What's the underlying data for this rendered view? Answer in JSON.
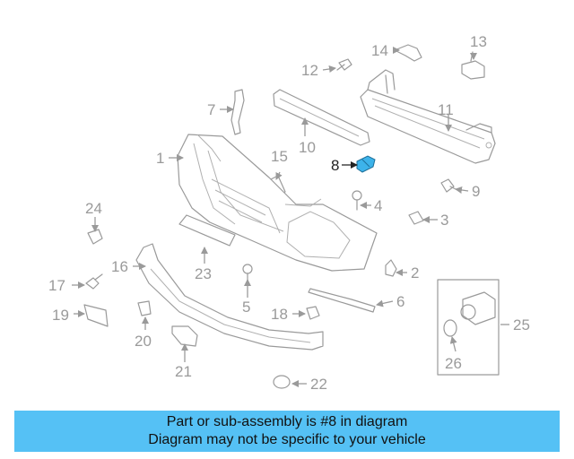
{
  "diagram": {
    "highlight_color": "#3db3ea",
    "labels": [
      "1",
      "2",
      "3",
      "4",
      "5",
      "6",
      "7",
      "8",
      "9",
      "10",
      "11",
      "12",
      "13",
      "14",
      "15",
      "16",
      "17",
      "18",
      "19",
      "20",
      "21",
      "22",
      "23",
      "24",
      "25",
      "26"
    ],
    "highlighted_label": "8"
  },
  "banner": {
    "line1": "Part or sub-assembly is #8 in diagram",
    "line2": "Diagram may not be specific to your vehicle",
    "background": "#55c1f5"
  }
}
